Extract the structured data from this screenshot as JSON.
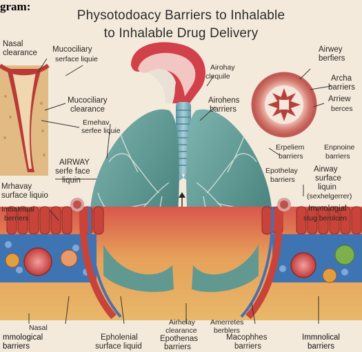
{
  "header": {
    "corner_text": "gram:",
    "title_line1": "Physotodoacy Barriers to Inhalable",
    "title_line2": "to Inhalable Drug Delivery"
  },
  "labels": {
    "nasal_clearance_1": "Nasal",
    "nasal_clearance_2": "clearance",
    "mucociliary_surface_1": "Mucociliary",
    "mucociliary_surface_2": "serface liquie",
    "airwhay_1": "Airohay",
    "airwhay_2": "clequile",
    "airway_barriers_1": "Airwey",
    "airway_barriers_2": "berfiers",
    "arche_barriers_1": "Archa",
    "arche_barriers_2": "barriers",
    "mucociliary_clearance_1": "Mucociliary",
    "mucociliary_clearance_2": "clearance",
    "airoheus_1": "Airohens",
    "airoheus_2": "barriers",
    "arriew_1": "Arriew",
    "arriew_2": "berces",
    "ephelav_1": "Emehav",
    "ephelav_2": "serfee liquie",
    "erpeliem_1": "Erpeliem",
    "erpeliem_2": "barriers",
    "enpnoine_1": "Enpnoine",
    "enpnoine_2": "barriers",
    "airway_surface_liquin_1": "AIRWAY",
    "airway_surface_liquin_2": "serfe face",
    "airway_surface_liquin_3": "liquin",
    "epotherav_1": "Epothelay",
    "epotherav_2": "barriers",
    "airway_right_1": "Airway",
    "airway_right_2": "surface",
    "airway_right_3": "liquin",
    "airway_right_4": "(sexhelgerrer)",
    "mrhavay_1": "Mrhavay",
    "mrhavay_2": "surface liquio",
    "immologial_1": "Immologial",
    "immologial_2": "stug berolcen",
    "imbalelual_1": "Imbalelual",
    "imbalelual_2": "berriers",
    "bottom_nasal_1": "Nasal",
    "bottom_immological_1": "mmological",
    "bottom_immological_2": "barriers",
    "bottom_epholenial_1": "Epholenial",
    "bottom_epholenial_2": "surface liquid",
    "bottom_airhelay_1": "Airhelay",
    "bottom_airhelay_2": "clearance",
    "bottom_amerretes_1": "Amerretes",
    "bottom_amerretes_2": "berblers",
    "bottom_epothenas_1": "Epothenas",
    "bottom_epothenas_2": "barriers",
    "bottom_macophes_1": "Macophhes",
    "bottom_macophes_2": "barriers",
    "bottom_immnolical_1": "Immnolical",
    "bottom_immnolical_2": "barriers"
  },
  "colors": {
    "background": "#f3eadb",
    "lung": "#5f9d98",
    "lung_dark": "#3f7a76",
    "trachea": "#7fb3bf",
    "tissue_red": "#c8433a",
    "tissue_yellow": "#e4b35a",
    "tissue_blue": "#3f74b3",
    "airway_ring": "#c85a55"
  },
  "icons": [
    "up-arrow-icon"
  ]
}
